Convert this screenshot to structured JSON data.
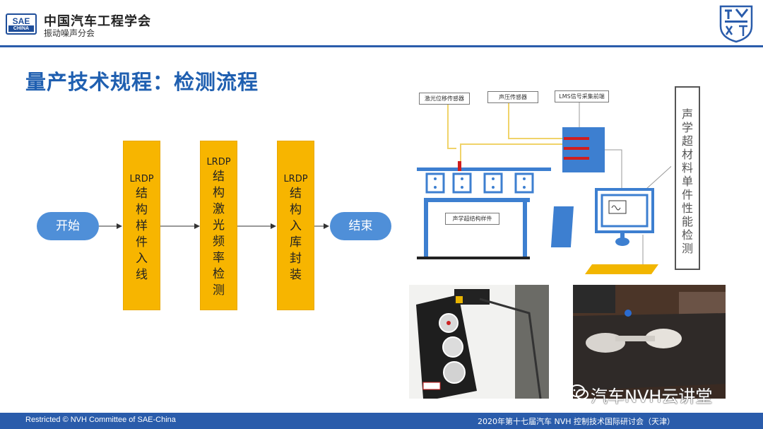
{
  "header": {
    "logo_top": "SAE",
    "logo_bottom": "CHINA",
    "org_name": "中国汽车工程学会",
    "org_sub": "振动噪声分会"
  },
  "title": "量产技术规程：检测流程",
  "flow": {
    "start": "开始",
    "end": "结束",
    "steps": [
      {
        "code": "LRDP",
        "text": "结构样件入线"
      },
      {
        "code": "LRDP",
        "text": "结构激光频率检测"
      },
      {
        "code": "LRDP",
        "text": "结构入库封装"
      }
    ]
  },
  "diagram": {
    "label_laser": "激光位移传感器",
    "label_sound": "声压传感器",
    "label_lms": "LMS信号采集前端",
    "label_sample": "声学超结构样件",
    "vertical_label": "声学超材料单件性能检测"
  },
  "footer": {
    "left": "Restricted © NVH Committee of SAE-China",
    "right": "2020年第十七届汽车 NVH 控制技术国际研讨会（天津）"
  },
  "watermark": "汽车NVH云讲堂",
  "colors": {
    "brand_blue": "#2a5cab",
    "title_blue": "#1f5fb0",
    "oval_blue": "#4f8fd8",
    "box_yellow": "#f7b500"
  }
}
